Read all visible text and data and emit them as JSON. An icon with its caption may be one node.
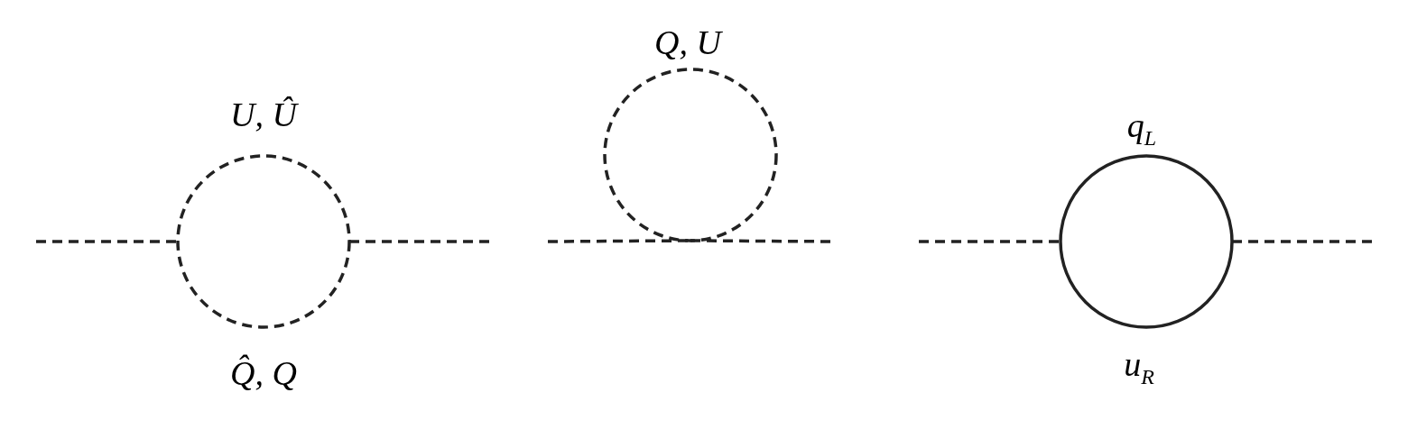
{
  "diagram": {
    "nodes": [
      {
        "text": [],
        "shape": "circle",
        "beside": [
          "U, Û",
          "Q̂, Q"
        ]
      },
      {
        "text": [],
        "shape": "circle",
        "beside": [
          "Q, U"
        ]
      },
      {
        "text": [],
        "shape": "circle",
        "beside": [
          "q$_{L}$",
          "u$_{R}$"
        ]
      }
    ],
    "edges": [
      {
        "from": null,
        "to": 0,
        "arrow": "none",
        "style": "dashed"
      },
      {
        "from": 0,
        "to": null,
        "arrow": "none",
        "style": "dashed"
      },
      {
        "from": null,
        "to": 1,
        "arrow": "none",
        "style": "dashed"
      },
      {
        "from": 1,
        "to": null,
        "arrow": "none",
        "style": "dashed"
      },
      {
        "from": null,
        "to": 2,
        "arrow": "none",
        "style": "dashed"
      },
      {
        "from": 2,
        "to": null,
        "arrow": "none",
        "style": "dashed"
      }
    ]
  }
}
